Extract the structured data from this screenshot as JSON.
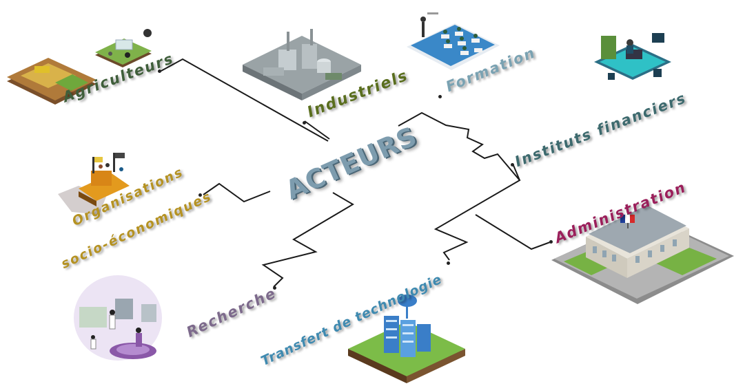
{
  "center": {
    "title": "ACTEURS"
  },
  "actors": {
    "agriculteurs": "Agriculteurs",
    "industriels": "Industriels",
    "formation": "Formation",
    "instituts_financiers": "Instituts financiers",
    "organisations_line1": "Organisations",
    "organisations_line2": "socio-économiques",
    "administration": "Administration",
    "recherche": "Recherche",
    "transfert": "Transfert  de  technologie"
  },
  "colors": {
    "agriculteurs": "#3f5e3a",
    "industriels": "#5a6e1e",
    "formation": "#7aa2b2",
    "instituts_financiers": "#3d6a6e",
    "organisations": "#b59222",
    "administration": "#9b1f5b",
    "recherche": "#7d6a8c",
    "transfert": "#3f8ab0",
    "center": "#7d9cae",
    "connector": "#1a1a1a"
  },
  "icons": {
    "agriculteurs": "farm-isometric-icon",
    "industriels": "factory-isometric-icon",
    "formation": "classroom-isometric-icon",
    "instituts_financiers": "office-desk-isometric-icon",
    "organisations": "protest-bulldozer-icon",
    "administration": "government-building-icon",
    "recherche": "laboratory-icon",
    "transfert": "server-cloud-icon"
  }
}
